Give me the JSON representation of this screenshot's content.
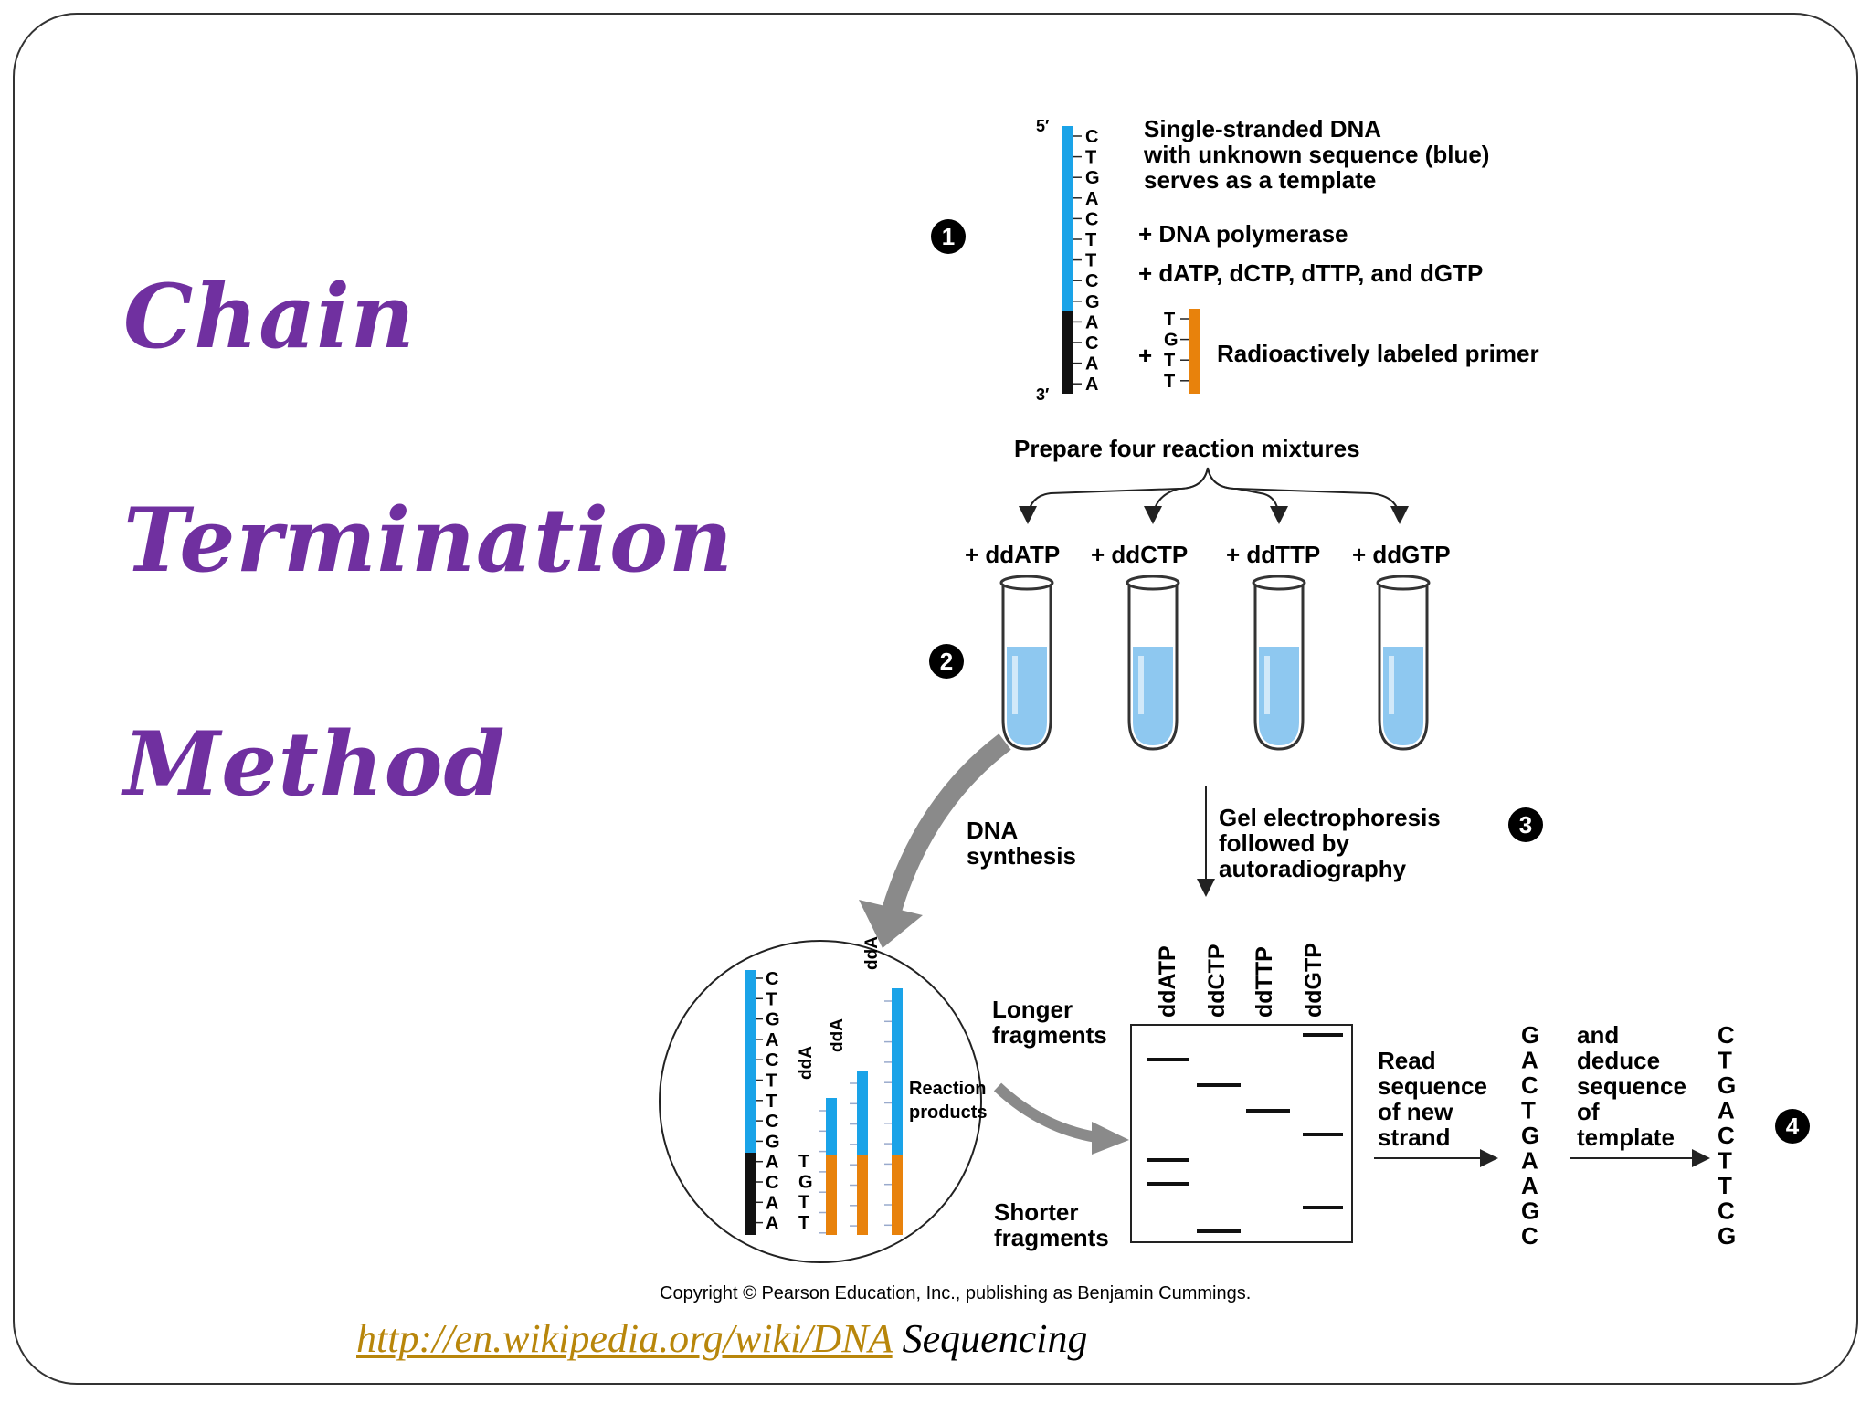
{
  "slide": {
    "title_lines": [
      "Chain",
      "Termination",
      "Method"
    ],
    "link_text": "http://en.wikipedia.org/wiki/DNA",
    "link_suffix": " Sequencing"
  },
  "diagram": {
    "step_numbers": [
      "1",
      "2",
      "3",
      "4"
    ],
    "five_prime": "5′",
    "three_prime": "3′",
    "template_bases": [
      "C",
      "T",
      "G",
      "A",
      "C",
      "T",
      "T",
      "C",
      "G",
      "A",
      "C",
      "A",
      "A"
    ],
    "primer_bases": [
      "T",
      "G",
      "T",
      "T"
    ],
    "step1": {
      "template_desc": [
        "Single-stranded DNA",
        "with unknown sequence (blue)",
        "serves as a template"
      ],
      "polymerase": "+  DNA polymerase",
      "dntps": "+  dATP, dCTP, dTTP, and dGTP",
      "plus": "+",
      "primer_desc": "Radioactively labeled primer"
    },
    "prepare": "Prepare four reaction mixtures",
    "tubes": [
      "+ ddATP",
      "+ ddCTP",
      "+ ddTTP",
      "+ ddGTP"
    ],
    "dna_synthesis": [
      "DNA",
      "synthesis"
    ],
    "gel_step": [
      "Gel electrophoresis",
      "followed by",
      "autoradiography"
    ],
    "gel_lanes": [
      "ddATP",
      "ddCTP",
      "ddTTP",
      "ddGTP"
    ],
    "longer": [
      "Longer",
      "fragments"
    ],
    "shorter": [
      "Shorter",
      "fragments"
    ],
    "dda_label": "ddA",
    "reaction_products": [
      "Reaction",
      "products"
    ],
    "read_seq": [
      "Read",
      "sequence",
      "of new",
      "strand"
    ],
    "new_strand": [
      "G",
      "A",
      "C",
      "T",
      "G",
      "A",
      "A",
      "G",
      "C"
    ],
    "deduce": [
      "and",
      "deduce",
      "sequence",
      "of",
      "template"
    ],
    "template_seq": [
      "C",
      "T",
      "G",
      "A",
      "C",
      "T",
      "T",
      "C",
      "G"
    ],
    "copyright": "Copyright © Pearson Education, Inc., publishing as Benjamin Cummings.",
    "colors": {
      "template_blue": "#1aa3e8",
      "primer_orange": "#e8820c",
      "title_purple": "#7030a0",
      "tube_liquid": "#8ec8f0",
      "link_gold": "#b8860b"
    }
  }
}
